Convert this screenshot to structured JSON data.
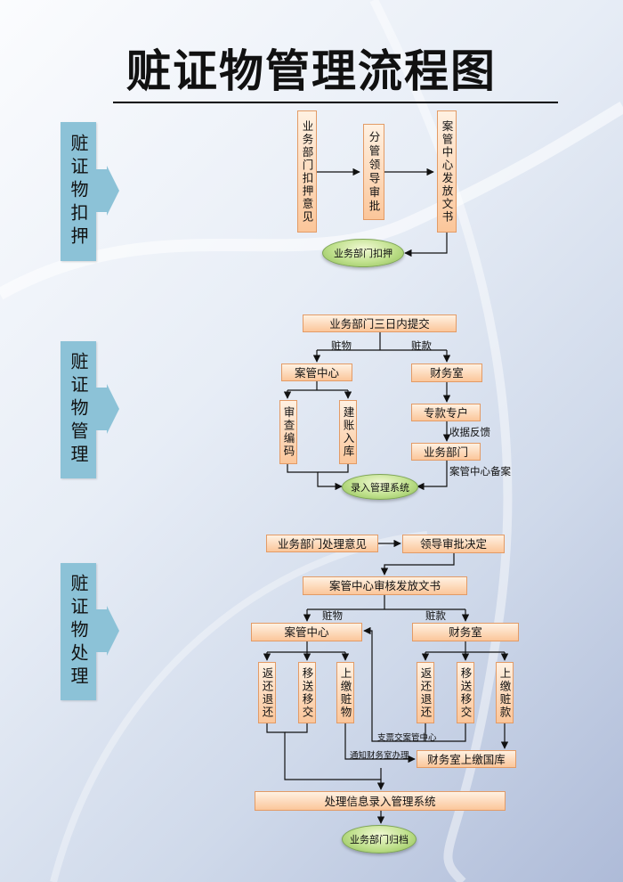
{
  "title": "赃证物管理流程图",
  "sections": {
    "s1": {
      "label": "赃证物扣押",
      "box_a": "业务部门扣押意见",
      "box_b": "分管领导审批",
      "box_c": "案管中心发放文书",
      "end": "业务部门扣押"
    },
    "s2": {
      "label": "赃证物管理",
      "submit": "业务部门三日内提交",
      "branch_goods": "赃物",
      "branch_money": "赃款",
      "case_center": "案管中心",
      "finance": "财务室",
      "review": "审查编码",
      "account": "建账入库",
      "special": "专款专户",
      "receipt_note": "收据反馈",
      "dept": "业务部门",
      "record_note": "案管中心备案",
      "end": "录入管理系统"
    },
    "s3": {
      "label": "赃证物处理",
      "opinion": "业务部门处理意见",
      "decision": "领导审批决定",
      "issue": "案管中心审核发放文书",
      "branch_goods": "赃物",
      "branch_money": "赃款",
      "case_center": "案管中心",
      "finance": "财务室",
      "g_return": "返还退还",
      "g_transfer": "移送移交",
      "g_handin": "上缴赃物",
      "m_return": "返还退还",
      "m_transfer": "移送移交",
      "m_handin": "上缴赃款",
      "ticket_note": "支票交案管中心",
      "notify_note": "通知财务室办理",
      "treasury": "财务室上缴国库",
      "entry": "处理信息录入管理系统",
      "end": "业务部门归档"
    }
  },
  "colors": {
    "box_fill": "#fbc69a",
    "box_border": "#e39b66",
    "label_fill": "#8cc2d7",
    "ellipse_fill": "#bfe08c"
  }
}
